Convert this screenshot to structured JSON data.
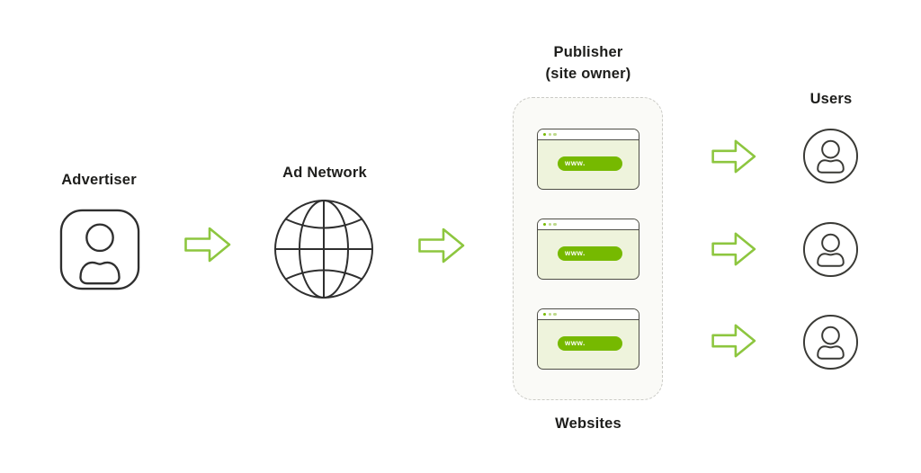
{
  "advertiser": {
    "label": "Advertiser"
  },
  "ad_network": {
    "label": "Ad Network"
  },
  "publisher": {
    "title_line1": "Publisher",
    "title_line2": "(site owner)",
    "caption": "Websites",
    "windows": [
      {
        "url": "www."
      },
      {
        "url": "www."
      },
      {
        "url": "www."
      }
    ]
  },
  "users": {
    "label": "Users",
    "count": 3
  },
  "colors": {
    "arrow_green": "#8dc63f",
    "pill_green": "#76b900",
    "window_body": "#eef3dc",
    "panel_bg": "#fafaf7",
    "stroke_dark": "#2f2f2f"
  }
}
